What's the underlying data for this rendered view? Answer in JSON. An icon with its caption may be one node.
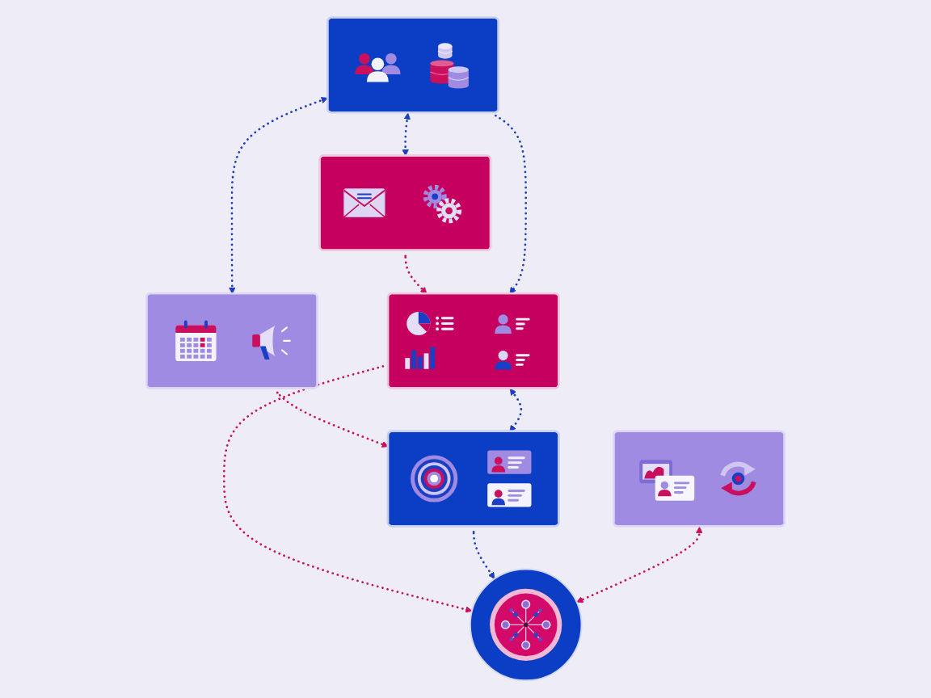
{
  "diagram": {
    "nodes": [
      {
        "text": [],
        "shape": "box"
      },
      {
        "text": [],
        "shape": "box"
      },
      {
        "text": [],
        "shape": "box"
      },
      {
        "text": [],
        "shape": "box"
      },
      {
        "text": [],
        "shape": "box"
      },
      {
        "text": [],
        "shape": "box"
      },
      {
        "text": [],
        "shape": "circle"
      }
    ],
    "edges": [
      {
        "from": 1,
        "to": 0,
        "arrow": "both",
        "style": "dashed"
      },
      {
        "from": 1,
        "to": 2,
        "arrow": "both",
        "style": "dashed"
      },
      {
        "from": 0,
        "to": 3,
        "arrow": "to",
        "style": "dashed",
        "color": "#c8105f"
      },
      {
        "from": 1,
        "to": 3,
        "arrow": "to",
        "style": "dashed"
      },
      {
        "from": 2,
        "to": 4,
        "arrow": "to",
        "style": "dashed",
        "color": "#c8105f"
      },
      {
        "from": 3,
        "to": 4,
        "arrow": "both",
        "style": "dashed"
      },
      {
        "from": 3,
        "to": 6,
        "arrow": "to",
        "style": "dashed",
        "color": "#c8105f"
      },
      {
        "from": 4,
        "to": 6,
        "arrow": "to",
        "style": "dashed"
      },
      {
        "from": 5,
        "to": 6,
        "arrow": "both",
        "style": "dashed",
        "color": "#c8105f"
      }
    ]
  }
}
